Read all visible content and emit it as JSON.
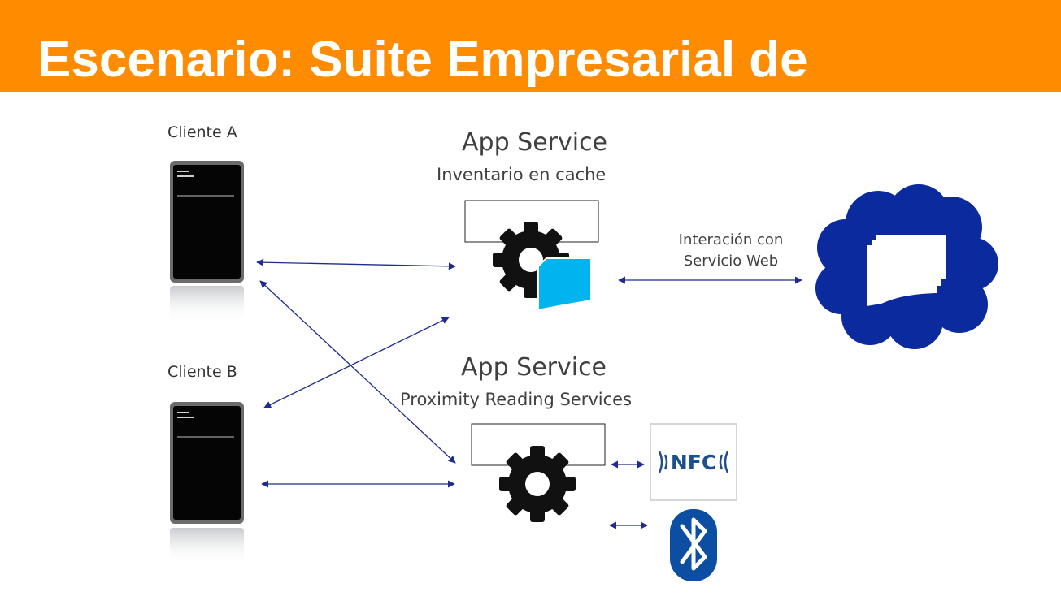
{
  "slide": {
    "title": "Escenario: Suite Empresarial de",
    "accent_color": "#ff8c00",
    "arrow_color": "#1f2b8f"
  },
  "clients": [
    {
      "label": "Cliente A",
      "device": "phone-icon"
    },
    {
      "label": "Cliente B",
      "device": "phone-icon"
    }
  ],
  "services": [
    {
      "title": "App Service",
      "subtitle": "Inventario en cache",
      "icon": "gear-icon"
    },
    {
      "title": "App Service",
      "subtitle": "Proximity Reading Services",
      "icon": "gear-icon"
    }
  ],
  "web_service": {
    "label_line1": "Interación con",
    "label_line2": "Servicio Web",
    "icon": "cloud-icon",
    "cloud_color": "#0a2a9e"
  },
  "peripherals": [
    {
      "name": "NFC",
      "icon": "nfc-icon"
    },
    {
      "name": "Bluetooth",
      "icon": "bluetooth-icon",
      "color": "#0b4ea2"
    }
  ]
}
